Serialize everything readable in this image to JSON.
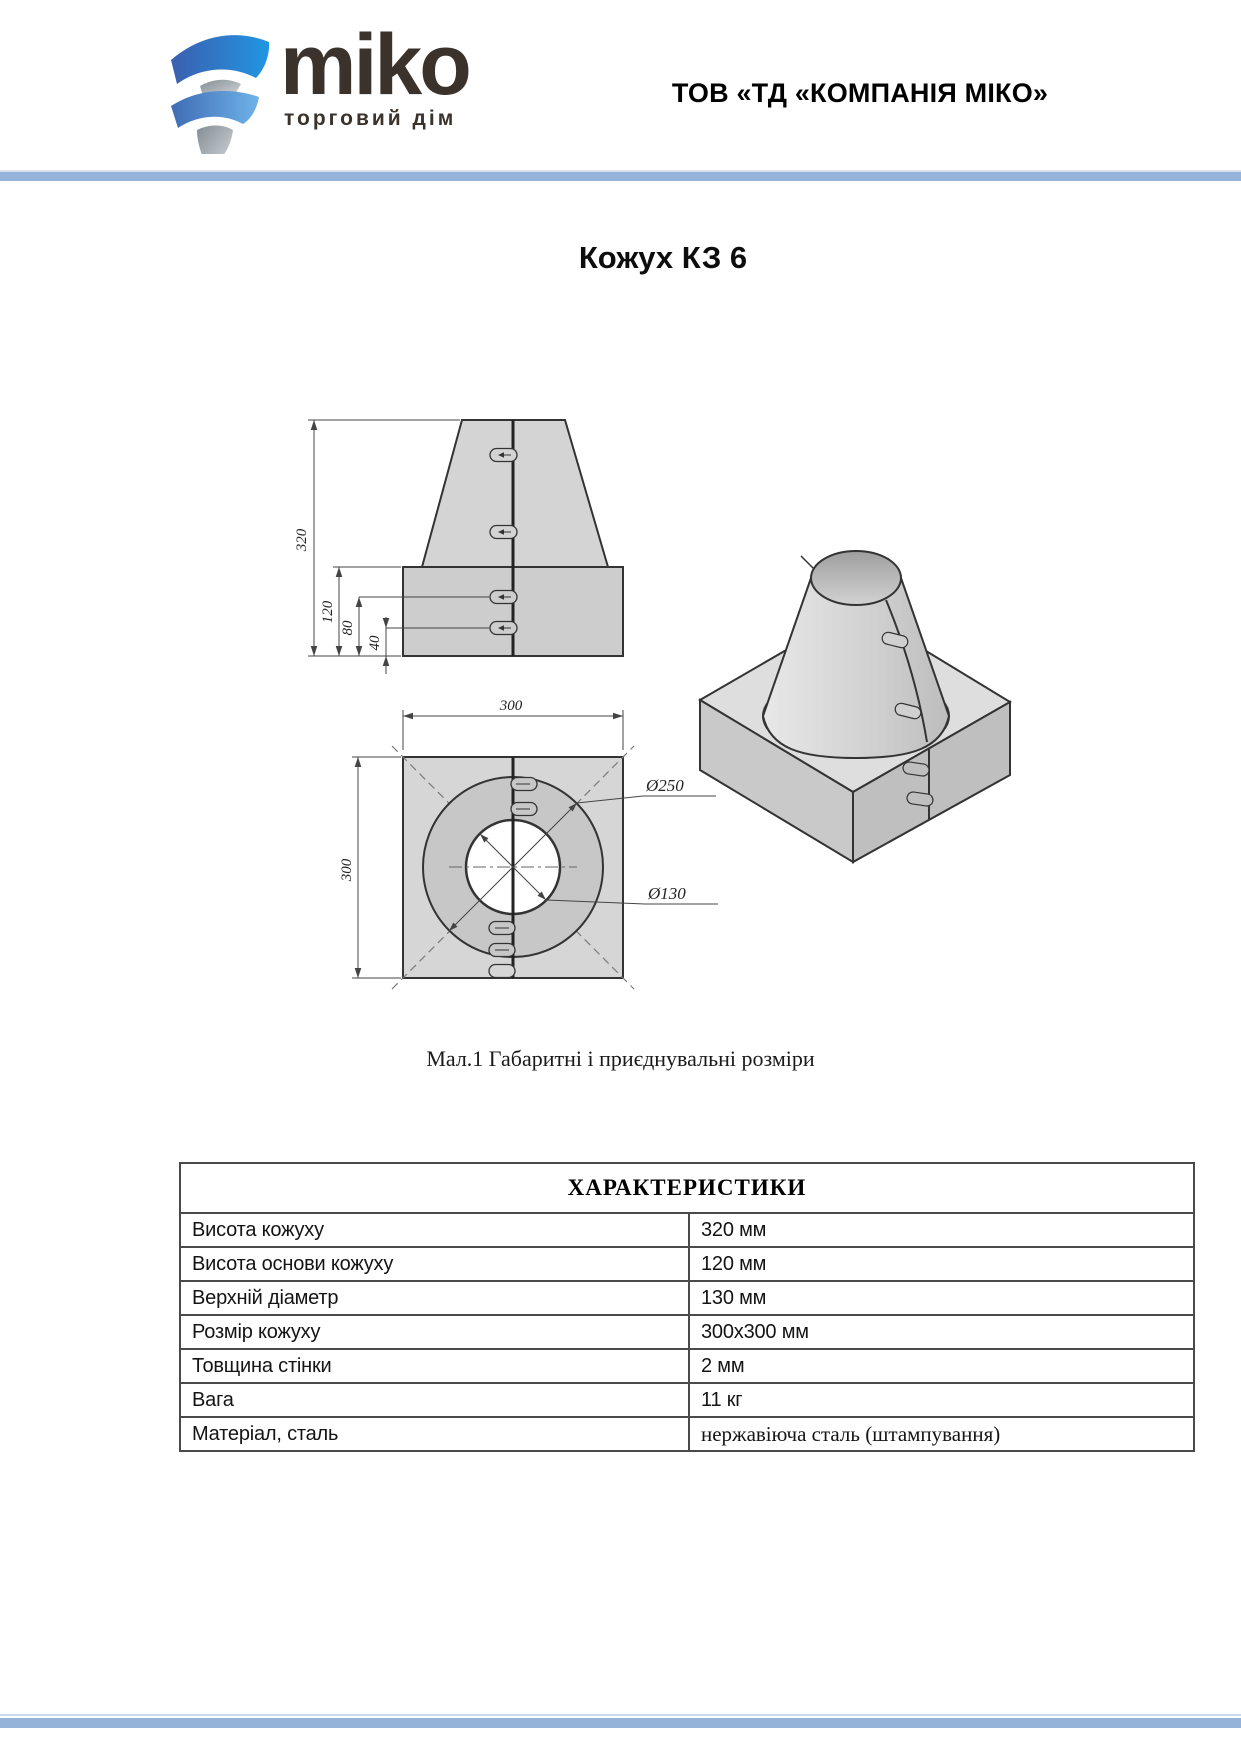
{
  "page": {
    "accent_bar_color": "#95b3d8",
    "background": "#ffffff"
  },
  "header": {
    "logo": {
      "icon": "miko-shield-swoosh-icon",
      "brand": "miko",
      "tagline": "торговий дім",
      "brand_color": "#3a322b",
      "swoosh_blue_dark": "#3c5fae",
      "swoosh_blue_light": "#2196e3",
      "swoosh_silver": "#8e979e"
    },
    "company_name": "ТОВ «ТД «КОМПАНІЯ МІКО»"
  },
  "title": "Кожух КЗ 6",
  "figure": {
    "caption": "Мал.1 Габаритні і приєднувальні розміри",
    "dimensions": {
      "total_height": "320",
      "base_height": "120",
      "slot_upper": "80",
      "slot_lower": "40",
      "plate_width": "300",
      "plate_depth": "300",
      "cone_base_diameter": "Ø250",
      "top_hole_diameter": "Ø130"
    }
  },
  "table": {
    "header": "ХАРАКТЕРИСТИКИ",
    "rows": [
      {
        "label": "Висота кожуху",
        "value": "320 мм"
      },
      {
        "label": "Висота основи кожуху",
        "value": "120 мм"
      },
      {
        "label": "Верхній діаметр",
        "value": "130 мм"
      },
      {
        "label": "Розмір кожуху",
        "value": "300х300 мм"
      },
      {
        "label": "Товщина стінки",
        "value": "2 мм"
      },
      {
        "label": "Вага",
        "value": "11 кг"
      },
      {
        "label": "Матеріал, сталь",
        "value": "нержавіюча сталь (штампування)",
        "value_serif": true
      }
    ]
  }
}
